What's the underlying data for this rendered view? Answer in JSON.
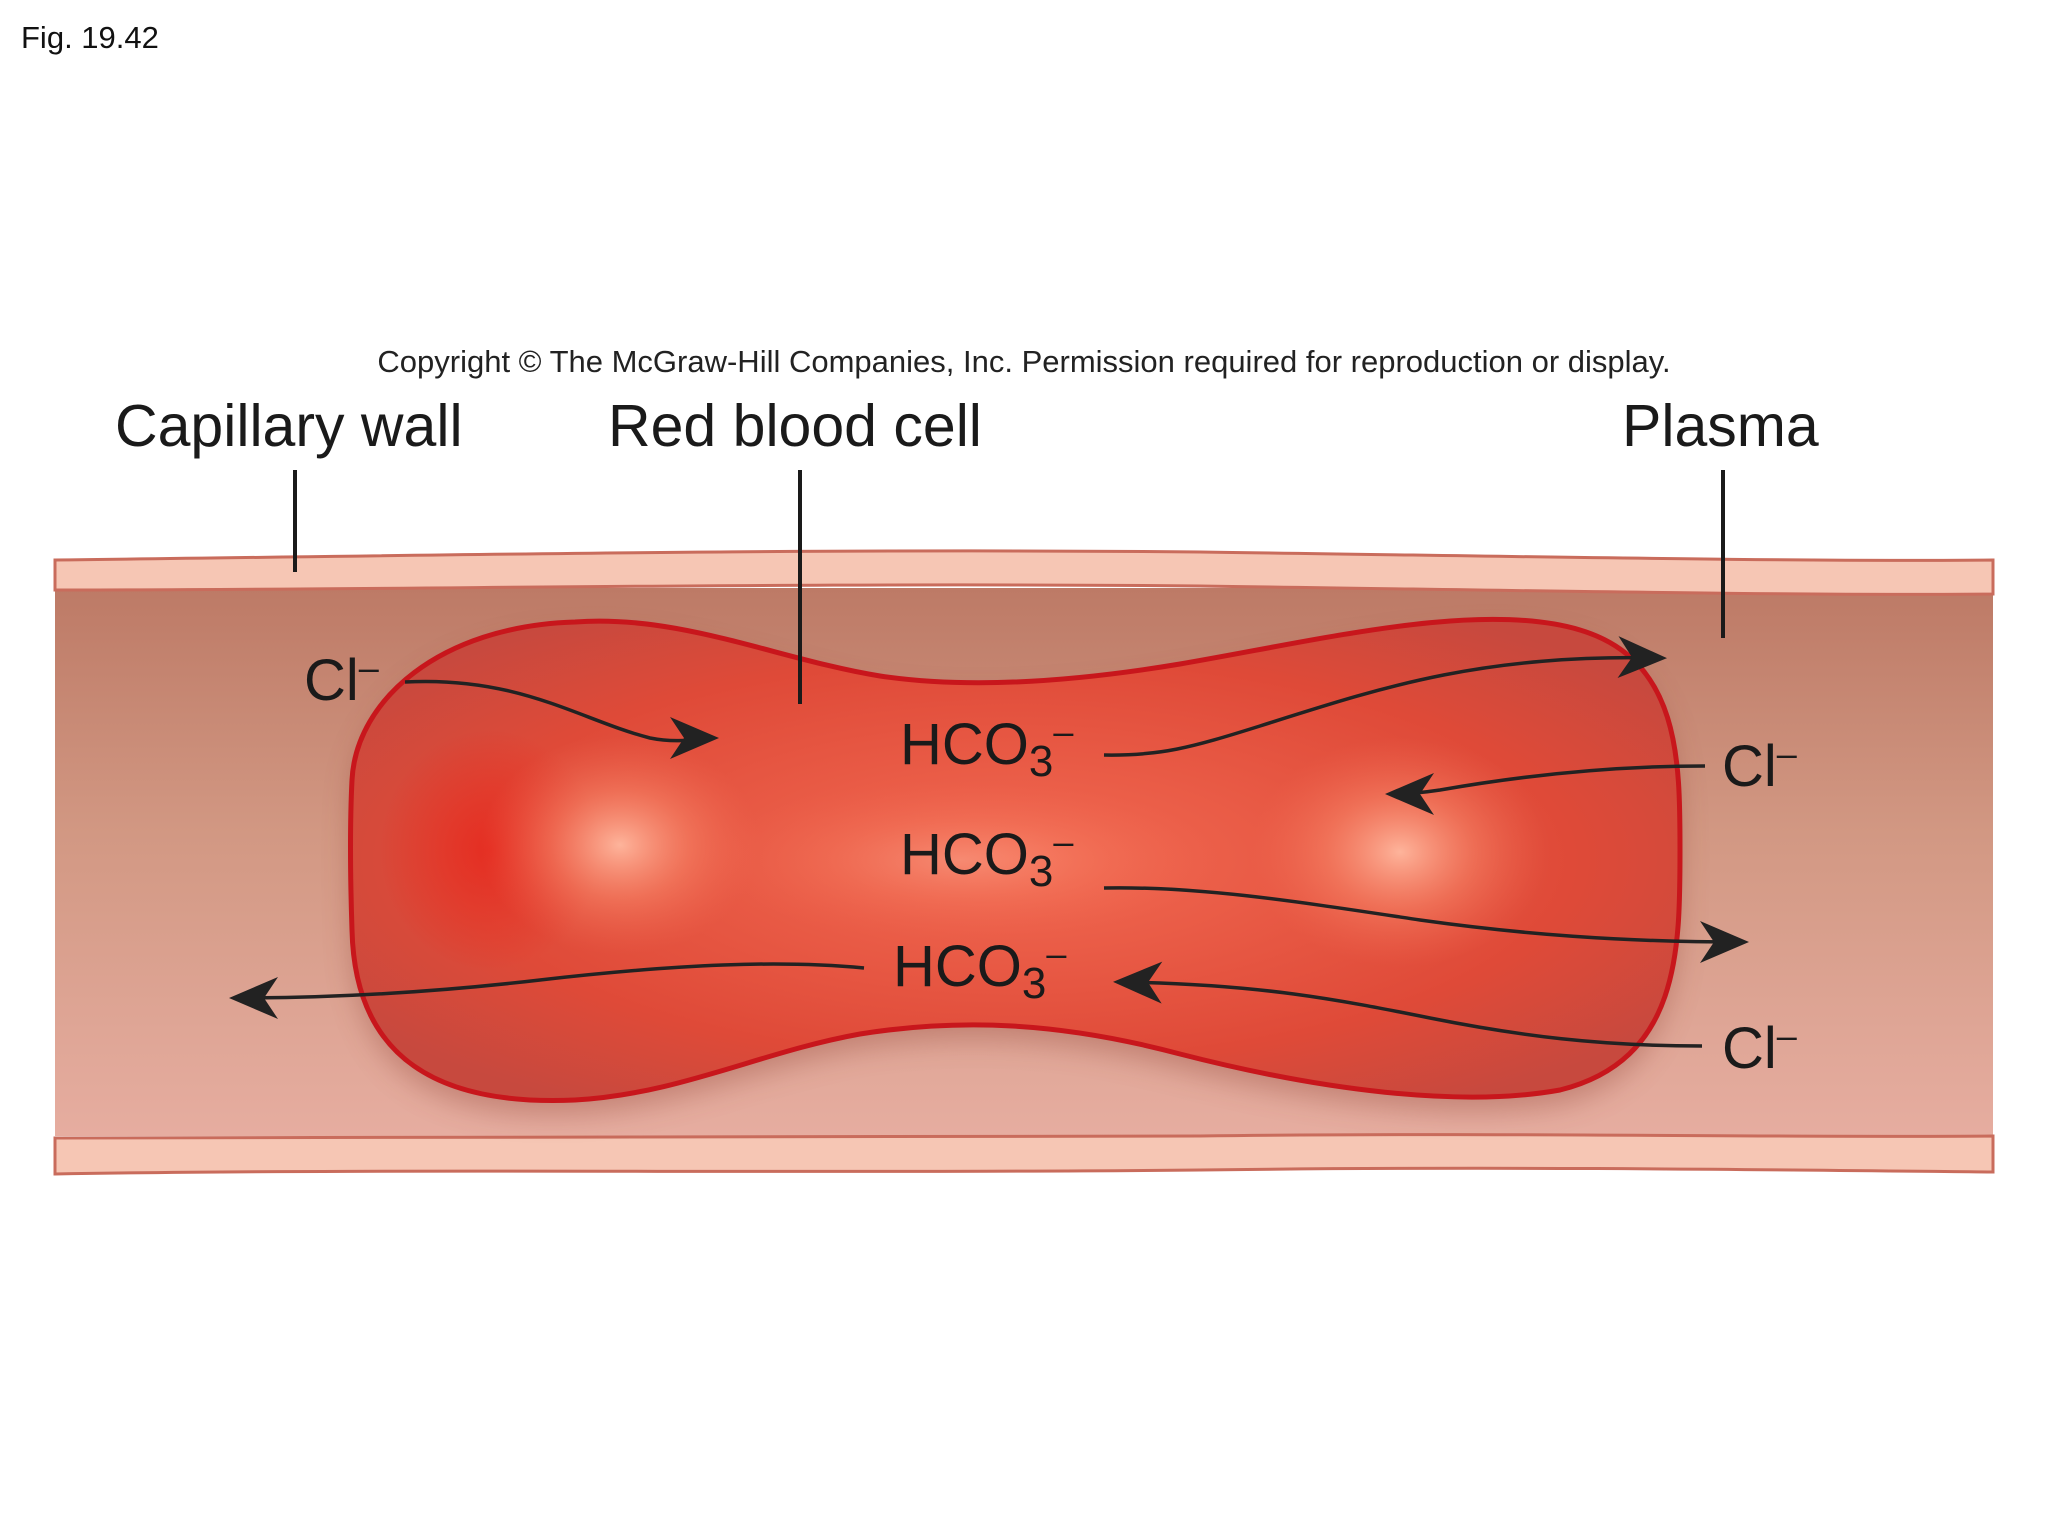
{
  "figure_label": "Fig. 19.42",
  "copyright": "Copyright © The McGraw-Hill Companies, Inc. Permission required for reproduction or display.",
  "labels": {
    "capillary_wall": "Capillary wall",
    "red_blood_cell": "Red blood cell",
    "plasma": "Plasma"
  },
  "ions": {
    "cl_in_left": {
      "base": "Cl",
      "sub": "",
      "sup": "–"
    },
    "hco3_top": {
      "base": "HCO",
      "sub": "3",
      "sup": "–"
    },
    "hco3_mid": {
      "base": "HCO",
      "sub": "3",
      "sup": "–"
    },
    "hco3_bottom": {
      "base": "HCO",
      "sub": "3",
      "sup": "–"
    },
    "cl_right_top": {
      "base": "Cl",
      "sub": "",
      "sup": "–"
    },
    "cl_right_bottom": {
      "base": "Cl",
      "sub": "",
      "sup": "–"
    }
  },
  "colors": {
    "capillary_wall": "#f6c3b0",
    "wall_edge": "#c66a5a",
    "plasma": "#c98a75",
    "cell_fill": "#e4483a",
    "cell_outline": "#c8161c",
    "arrow": "#222222"
  }
}
